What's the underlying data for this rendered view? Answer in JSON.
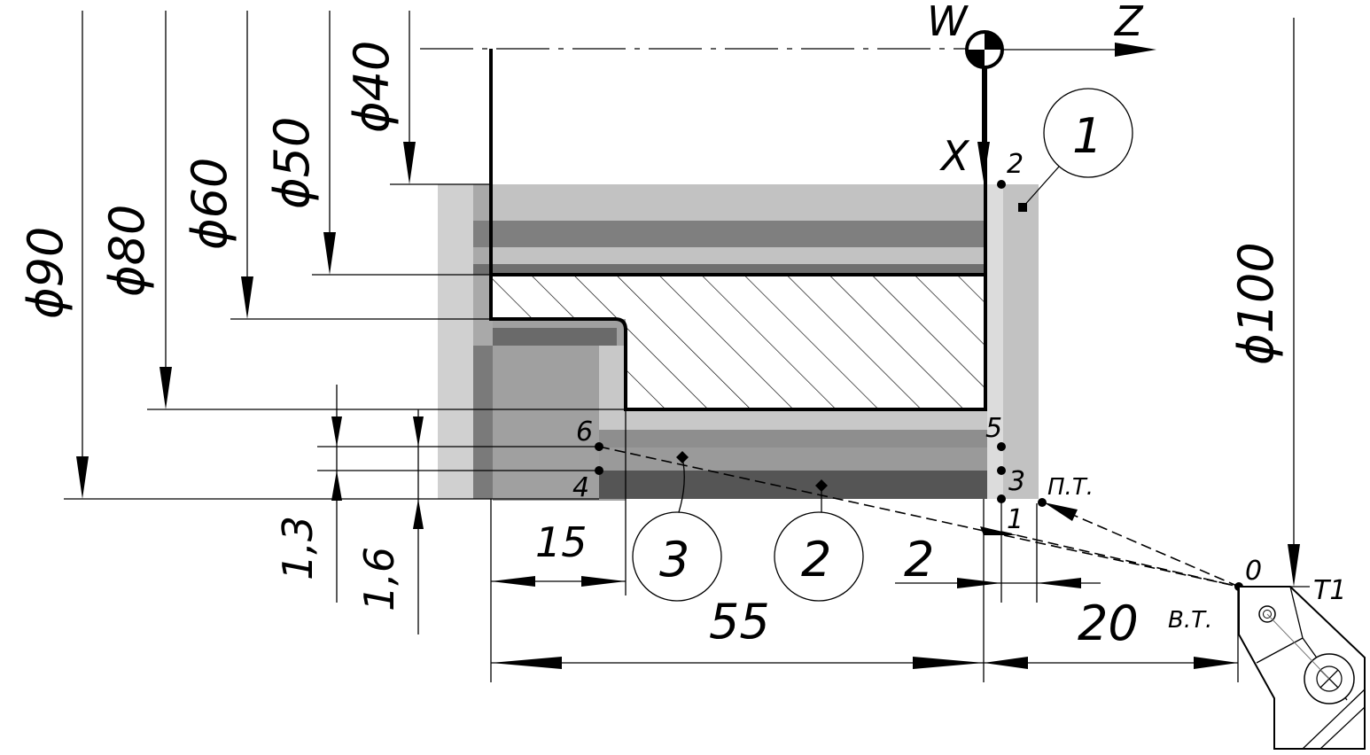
{
  "axes": {
    "origin": "W",
    "z": "Z",
    "x": "X"
  },
  "diameters": [
    "ϕ90",
    "ϕ80",
    "ϕ60",
    "ϕ50",
    "ϕ40",
    "ϕ100"
  ],
  "dimensions": {
    "d15": "15",
    "d55": "55",
    "d2": "2",
    "d20": "20",
    "d13": "1,3",
    "d16": "1,6"
  },
  "points": {
    "p1": "1",
    "p2": "2",
    "p3": "3",
    "p4": "4",
    "p5": "5",
    "p6": "6",
    "p0": "0"
  },
  "labels": {
    "start_point": "П.Т.",
    "tool_change": "В.Т.",
    "tool": "T1"
  },
  "callouts": [
    "1",
    "2",
    "3"
  ],
  "colors": {
    "zone_light": "#d0d0d0",
    "zone_mid": "#b8b8b8",
    "zone_dark": "#7f7f7f",
    "zone_darkest": "#5a5a5a"
  }
}
